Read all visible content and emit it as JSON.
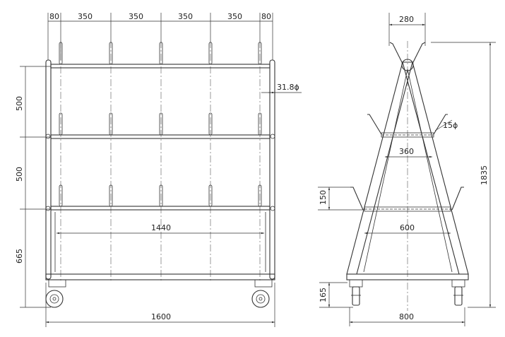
{
  "front_view": {
    "top_spacing": [
      "80",
      "350",
      "350",
      "350",
      "350",
      "80"
    ],
    "vertical_spacing": [
      "500",
      "500",
      "665"
    ],
    "pipe_diameter": "31.8ϕ",
    "inner_width": "1440",
    "overall_width": "1600"
  },
  "side_view": {
    "top_width": "280",
    "overall_height": "1835",
    "rod_diameter": "15ϕ",
    "upper_shelf_width": "360",
    "hook_height": "150",
    "lower_shelf_width": "600",
    "caster_height": "165",
    "overall_width": "800"
  }
}
